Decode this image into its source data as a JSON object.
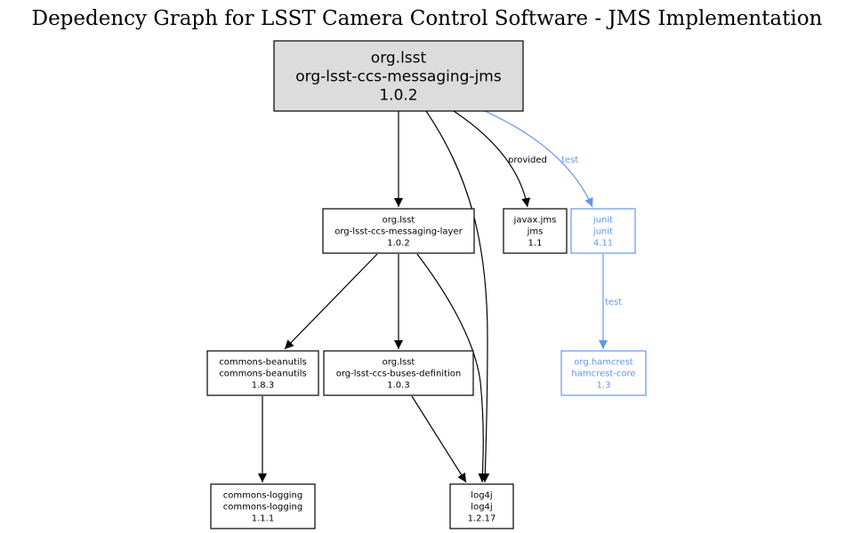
{
  "title": "Depedency Graph for LSST Camera Control Software - JMS Implementation",
  "colors": {
    "default_stroke": "#000000",
    "test_stroke": "#6495ed",
    "root_fill": "#dcdcdc",
    "node_fill": "#ffffff"
  },
  "nodes": [
    {
      "id": "root",
      "lines": [
        "org.lsst",
        "org-lsst-ccs-messaging-jms",
        "1.0.2"
      ],
      "scope": "root"
    },
    {
      "id": "messaging-layer",
      "lines": [
        "org.lsst",
        "org-lsst-ccs-messaging-layer",
        "1.0.2"
      ],
      "scope": "compile"
    },
    {
      "id": "jms",
      "lines": [
        "javax.jms",
        "jms",
        "1.1"
      ],
      "scope": "provided"
    },
    {
      "id": "junit",
      "lines": [
        "junit",
        "junit",
        "4.11"
      ],
      "scope": "test"
    },
    {
      "id": "beanutils",
      "lines": [
        "commons-beanutils",
        "commons-beanutils",
        "1.8.3"
      ],
      "scope": "compile"
    },
    {
      "id": "buses-definition",
      "lines": [
        "org.lsst",
        "org-lsst-ccs-buses-definition",
        "1.0.3"
      ],
      "scope": "compile"
    },
    {
      "id": "hamcrest",
      "lines": [
        "org.hamcrest",
        "hamcrest-core",
        "1.3"
      ],
      "scope": "test"
    },
    {
      "id": "commons-logging",
      "lines": [
        "commons-logging",
        "commons-logging",
        "1.1.1"
      ],
      "scope": "compile"
    },
    {
      "id": "log4j",
      "lines": [
        "log4j",
        "log4j",
        "1.2.17"
      ],
      "scope": "compile"
    }
  ],
  "edges": [
    {
      "from": "root",
      "to": "messaging-layer",
      "label": "",
      "scope": "compile"
    },
    {
      "from": "root",
      "to": "log4j",
      "label": "",
      "scope": "compile"
    },
    {
      "from": "root",
      "to": "jms",
      "label": "provided",
      "scope": "provided"
    },
    {
      "from": "root",
      "to": "junit",
      "label": "test",
      "scope": "test"
    },
    {
      "from": "messaging-layer",
      "to": "beanutils",
      "label": "",
      "scope": "compile"
    },
    {
      "from": "messaging-layer",
      "to": "buses-definition",
      "label": "",
      "scope": "compile"
    },
    {
      "from": "messaging-layer",
      "to": "log4j",
      "label": "",
      "scope": "compile"
    },
    {
      "from": "junit",
      "to": "hamcrest",
      "label": "test",
      "scope": "test"
    },
    {
      "from": "beanutils",
      "to": "commons-logging",
      "label": "",
      "scope": "compile"
    },
    {
      "from": "buses-definition",
      "to": "log4j",
      "label": "",
      "scope": "compile"
    }
  ]
}
